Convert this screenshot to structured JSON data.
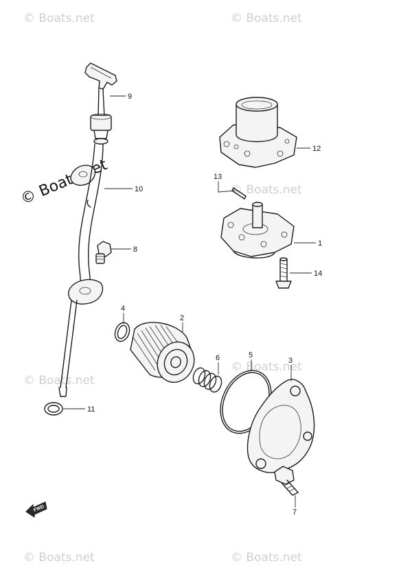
{
  "watermark": {
    "text": "© Boats.net",
    "main_text": "© Boats.net",
    "color_light": "#cfcfcf",
    "color_main": "#111111"
  },
  "callouts": {
    "oil_pump": "1",
    "oil_filter": "2",
    "filter_cover": "3",
    "o_ring_small": "4",
    "o_ring_large": "5",
    "spring": "6",
    "cover_bolt": "7",
    "bolt": "8",
    "dipstick": "9",
    "guide_pipe": "10",
    "washer": "11",
    "gasket": "12",
    "pin": "13",
    "screw": "14"
  },
  "direction_marker": {
    "label": "FWD",
    "icon": "forward-arrow-icon"
  }
}
